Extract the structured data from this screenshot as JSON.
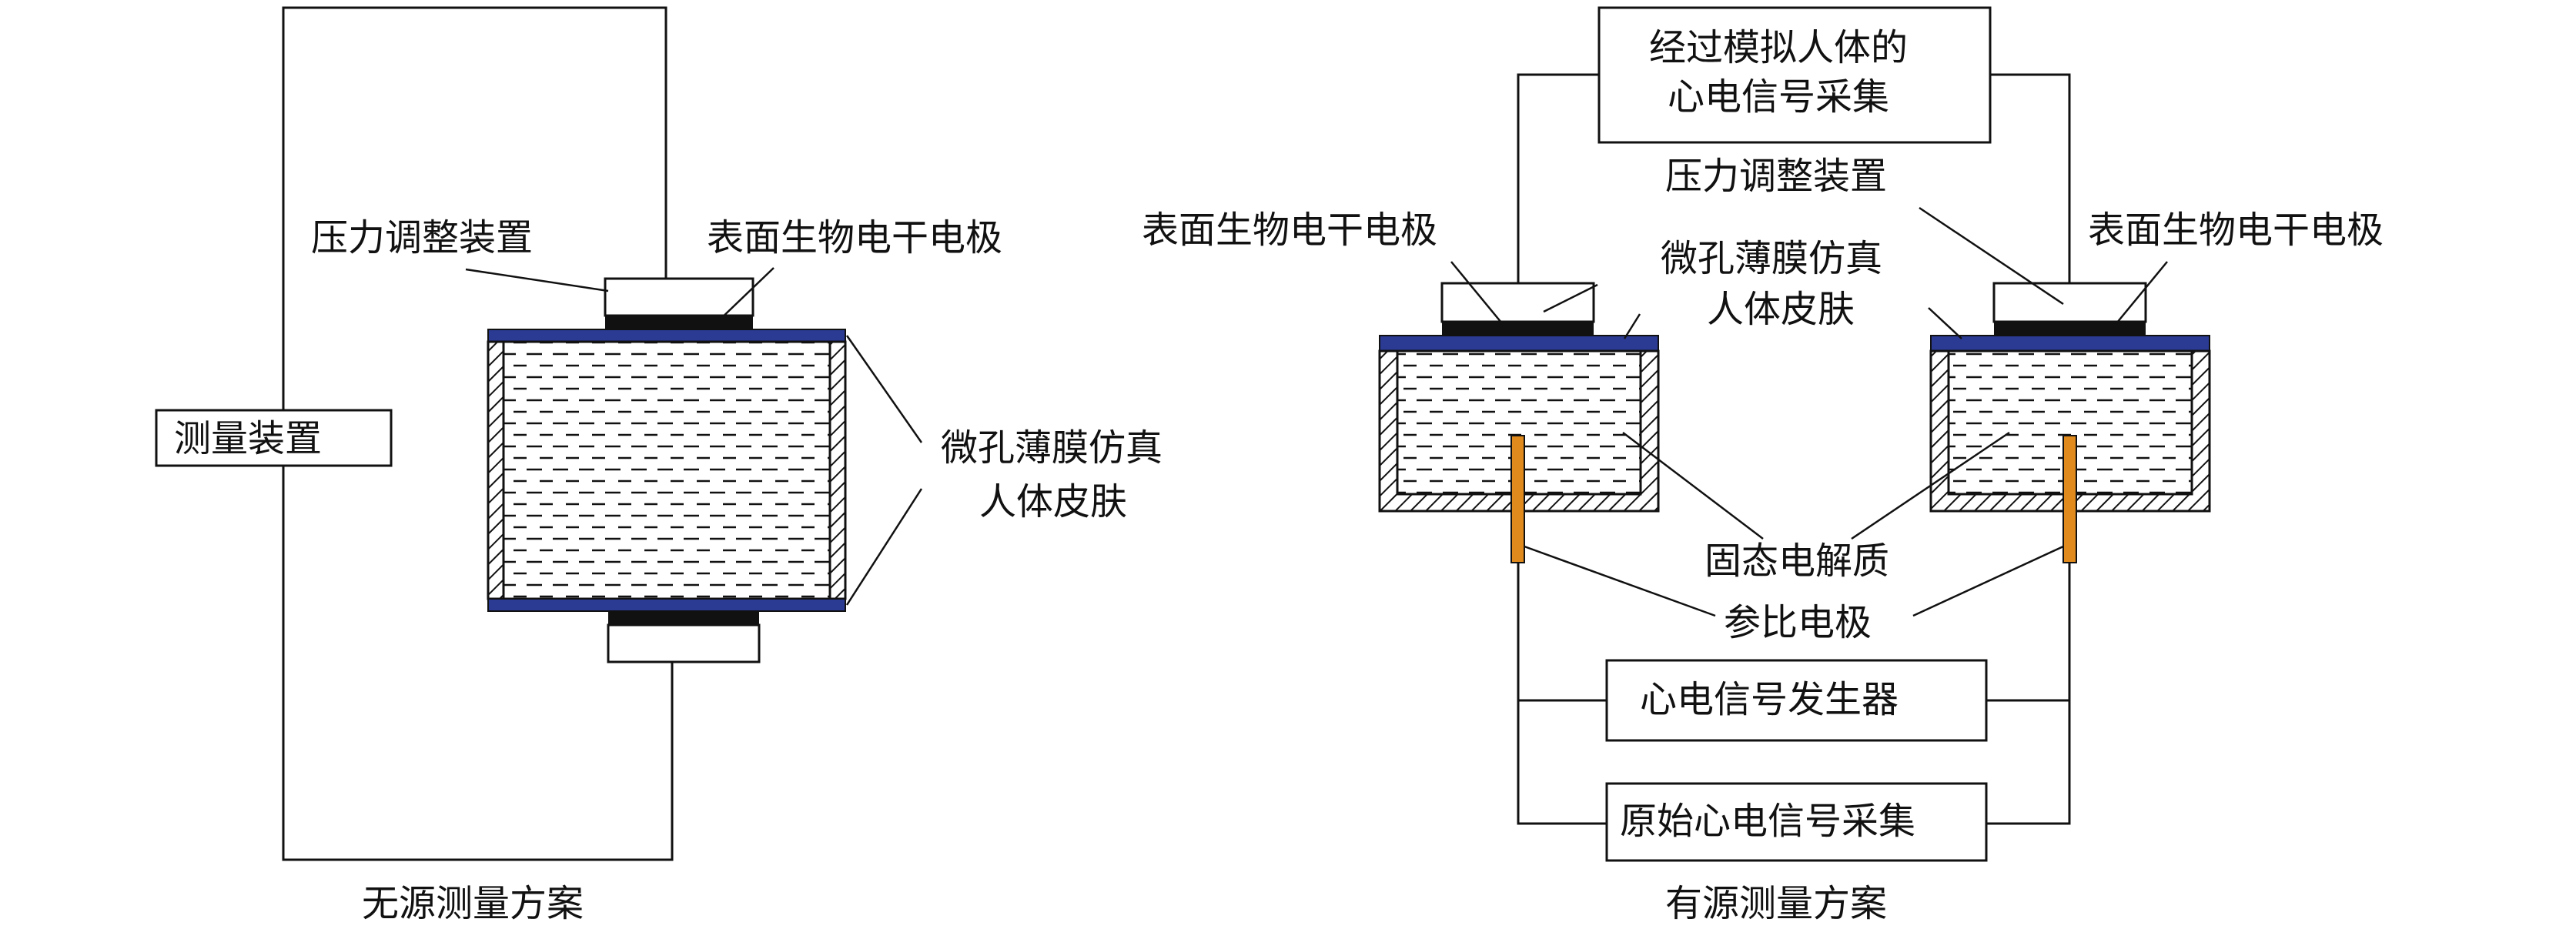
{
  "left_scheme": {
    "caption": "无源测量方案",
    "measure_device": "测量装置",
    "pressure_device": "压力调整装置",
    "dry_electrode": "表面生物电干电极",
    "skin_line1": "微孔薄膜仿真",
    "skin_line2": "人体皮肤"
  },
  "right_scheme": {
    "caption": "有源测量方案",
    "ecg_collect_line1": "经过模拟人体的",
    "ecg_collect_line2": "心电信号采集",
    "pressure_device": "压力调整装置",
    "dry_electrode_left": "表面生物电干电极",
    "dry_electrode_right": "表面生物电干电极",
    "skin_line1": "微孔薄膜仿真",
    "skin_line2": "人体皮肤",
    "electrolyte": "固态电解质",
    "reference_electrode": "参比电极",
    "generator": "心电信号发生器",
    "raw_collect": "原始心电信号采集"
  },
  "colors": {
    "membrane": "#2b3a93",
    "electrode": "#111111",
    "reference_electrode": "#e08a1e",
    "hatch": "#111111"
  }
}
